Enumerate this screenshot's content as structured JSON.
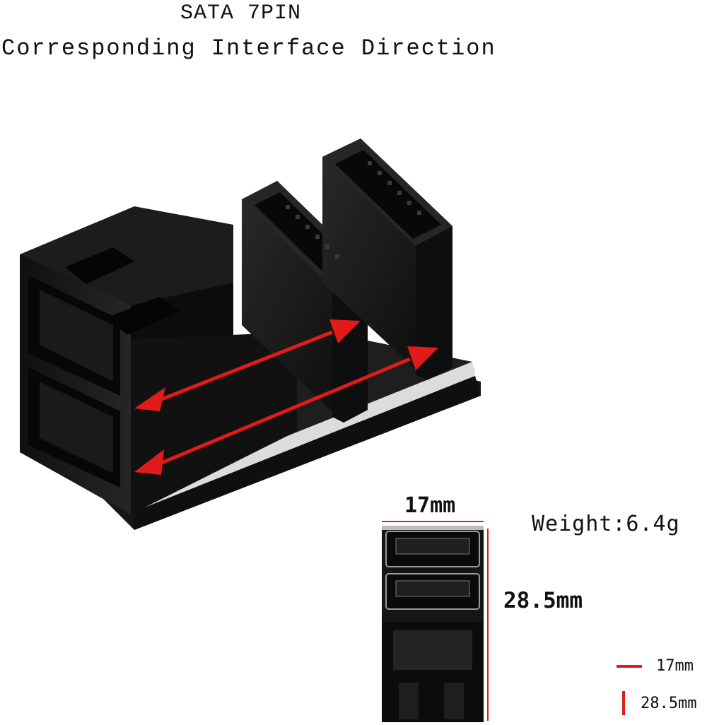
{
  "header": {
    "title": "SATA 7PIN",
    "subtitle": "Corresponding Interface Direction"
  },
  "specs": {
    "width_label": "17mm",
    "height_label": "28.5mm",
    "weight_label": "Weight:6.4g"
  },
  "legend": {
    "items": [
      {
        "label": "17mm",
        "marker": "horizontal-red-line"
      },
      {
        "label": "28.5mm",
        "marker": "vertical-red-line"
      }
    ]
  },
  "colors": {
    "arrow": "#e21a1a",
    "connector": "#141414",
    "pcb": "#1c1c1c",
    "edge": "#e8e8e8"
  }
}
